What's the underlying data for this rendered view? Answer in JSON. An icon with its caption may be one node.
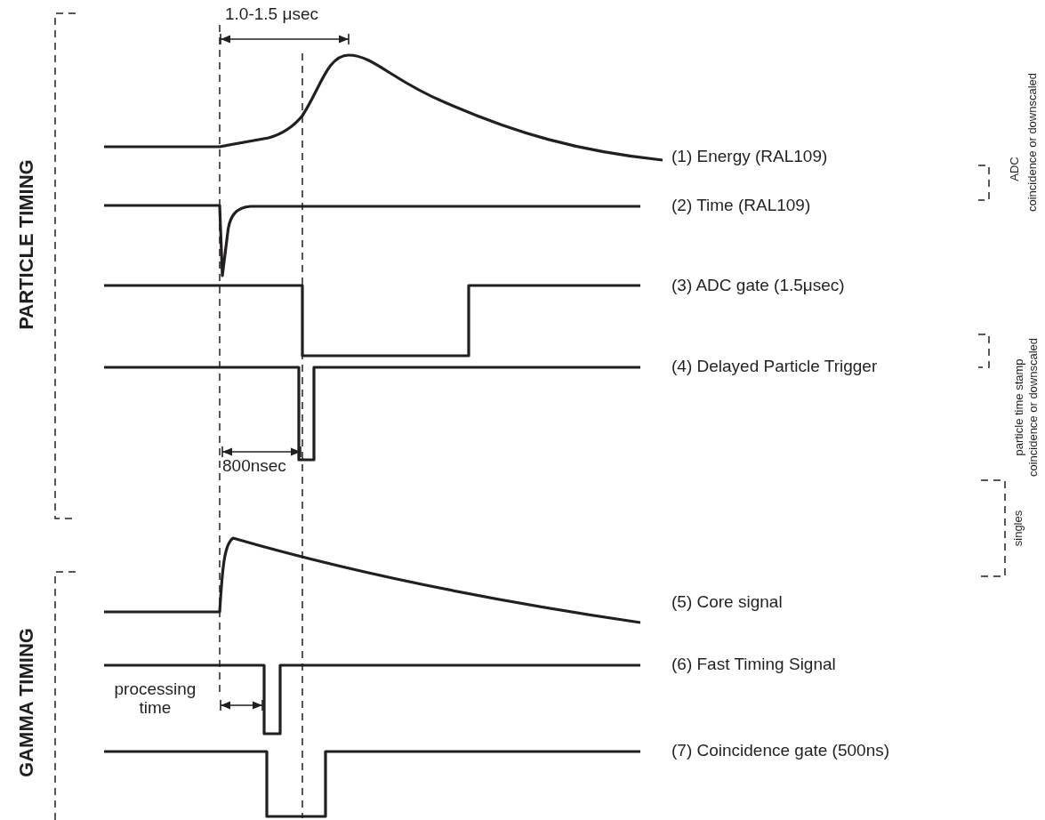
{
  "diagram": {
    "labels": [
      "1.0-1.5 μsec",
      "PARTICLE TIMING",
      "(1) Energy (RAL109)",
      "ADC",
      "coincidence or downscaled",
      "(2) Time (RAL109)",
      "(3) ADC gate (1.5μsec)",
      "(4) Delayed Particle Trigger",
      "particle time stamp",
      "coincidence or downscaled",
      "800nsec",
      "GAMMA TIMING",
      "(5) Core signal",
      "singles",
      "processing time",
      "(6) Fast Timing Signal",
      "(7) Coincidence gate (500ns)"
    ]
  }
}
